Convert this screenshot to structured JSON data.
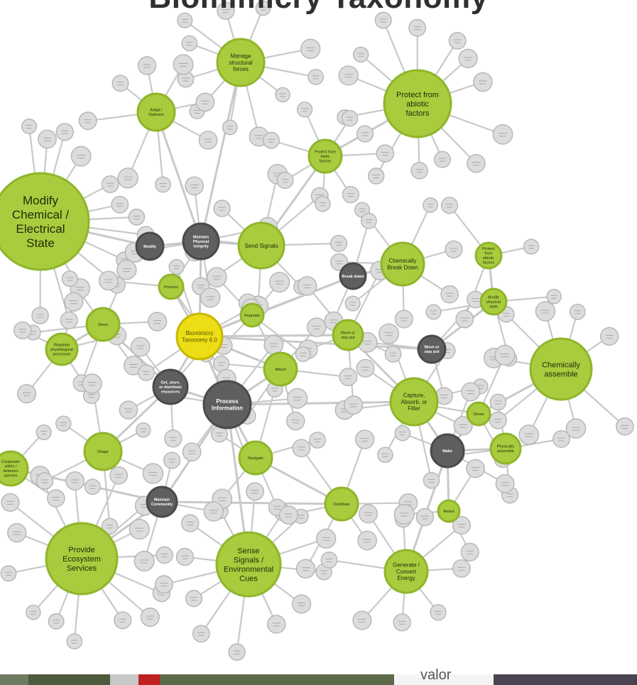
{
  "title": "Biomimicry Taxonomy",
  "bottom_strip_text": "valor",
  "colors": {
    "edge": "#c9c9c9",
    "leaf_fill": "#dcdcdc",
    "leaf_stroke": "#b5b5b5",
    "green_fill": "#a9cc3e",
    "green_stroke": "#8fb52a",
    "dark_fill": "#5f5f5f",
    "dark_stroke": "#4a4a4a",
    "center_fill": "#ecdd16",
    "center_stroke": "#c8b800"
  },
  "nodes": [
    {
      "id": "center",
      "label": "Biomimicry Taxonomy 6.0",
      "kind": "center"
    },
    {
      "id": "process",
      "label": "Process Information",
      "kind": "dark"
    },
    {
      "id": "modify",
      "label": "Modify Chemical / Electrical State",
      "kind": "green_xl"
    },
    {
      "id": "protect",
      "label": "Protect from abiotic factors",
      "kind": "green_l"
    },
    {
      "id": "manage",
      "label": "Manage structural forces",
      "kind": "green_m"
    },
    {
      "id": "chemasm",
      "label": "Chemically assemble",
      "kind": "green_l"
    },
    {
      "id": "ecosys",
      "label": "Provide Ecosystem Services",
      "kind": "green_l"
    },
    {
      "id": "sense",
      "label": "Sense Signals / Environmental Cues",
      "kind": "green_l"
    },
    {
      "id": "capture",
      "label": "Capture, Absorb, or Filter",
      "kind": "green_m"
    },
    {
      "id": "send",
      "label": "Send Signals",
      "kind": "green_m"
    },
    {
      "id": "breakdown",
      "label": "Chemically Break Down",
      "kind": "green_m"
    },
    {
      "id": "adapt",
      "label": "Adapt / Optimize",
      "kind": "green_s"
    },
    {
      "id": "protectbio",
      "label": "Protect from biotic factors",
      "kind": "green_s"
    },
    {
      "id": "move",
      "label": "Move",
      "kind": "green_s"
    },
    {
      "id": "physiological",
      "label": "Regulate physiological processes",
      "kind": "green_s"
    },
    {
      "id": "movestay",
      "label": "Move or stay put",
      "kind": "green_s"
    },
    {
      "id": "attach",
      "label": "Attach",
      "kind": "green_s"
    },
    {
      "id": "modifyphys",
      "label": "Modify physical state",
      "kind": "green_s"
    },
    {
      "id": "protectabiotic",
      "label": "Protect from abiotic factors",
      "kind": "green_s"
    },
    {
      "id": "energy",
      "label": "Generate / Convert Energy",
      "kind": "green_m"
    },
    {
      "id": "navigate",
      "label": "Navigate",
      "kind": "green_s"
    },
    {
      "id": "distribute",
      "label": "Distribute",
      "kind": "green_s"
    },
    {
      "id": "shape",
      "label": "Shape",
      "kind": "green_s"
    },
    {
      "id": "cooperate",
      "label": "Cooperate within / between species",
      "kind": "green_s"
    },
    {
      "id": "physchange",
      "label": "Physically assemble",
      "kind": "green_s"
    },
    {
      "id": "getstore",
      "label": "Get, store, or distribute resources",
      "kind": "dark"
    },
    {
      "id": "maintain",
      "label": "Maintain Physical Integrity",
      "kind": "dark"
    },
    {
      "id": "modifyd",
      "label": "Modify",
      "kind": "dark"
    },
    {
      "id": "maintaincomm",
      "label": "Maintain Community",
      "kind": "dark"
    },
    {
      "id": "make",
      "label": "Make",
      "kind": "dark"
    },
    {
      "id": "breakdownd",
      "label": "Break down",
      "kind": "dark"
    },
    {
      "id": "movestayd",
      "label": "Move or stay put",
      "kind": "dark"
    },
    {
      "id": "sensed",
      "label": "Sense",
      "kind": "green_s"
    },
    {
      "id": "resist",
      "label": "Resist",
      "kind": "green_s"
    },
    {
      "id": "regulate",
      "label": "Regulate",
      "kind": "green_s"
    },
    {
      "id": "process_s",
      "label": "Process",
      "kind": "green_s"
    }
  ]
}
